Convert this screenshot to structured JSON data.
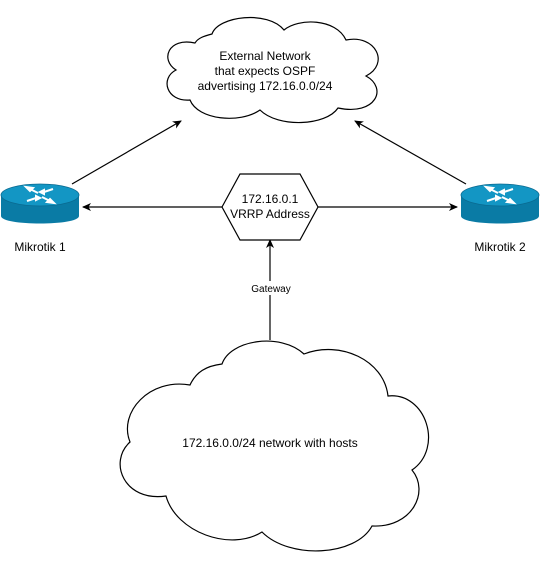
{
  "external_cloud": {
    "line1": "External Network",
    "line2": "that expects OSPF",
    "line3": "advertising 172.16.0.0/24"
  },
  "router_left": {
    "label": "Mikrotik 1",
    "icon": "router-icon"
  },
  "router_right": {
    "label": "Mikrotik 2",
    "icon": "router-icon"
  },
  "vrrp": {
    "line1": "172.16.0.1",
    "line2": "VRRP Address"
  },
  "gateway_label": "Gateway",
  "host_cloud": {
    "label": "172.16.0.0/24 network with hosts"
  },
  "colors": {
    "router_body": "#0a7ba5",
    "router_top": "#1396c4",
    "router_mark": "#ffffff",
    "line": "#000000"
  }
}
